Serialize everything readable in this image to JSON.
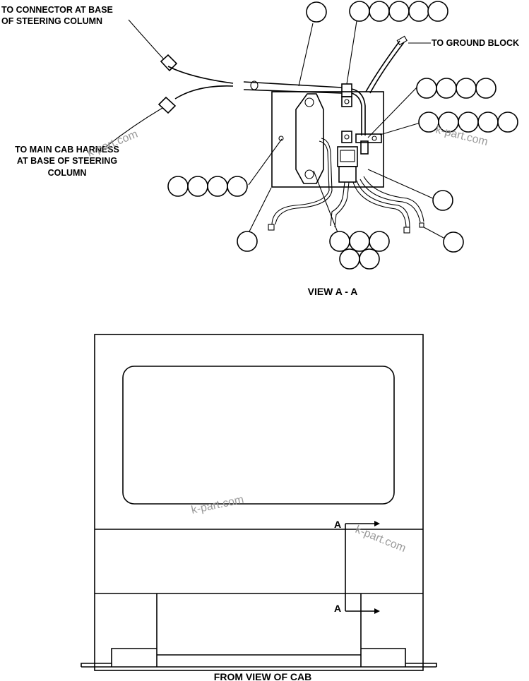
{
  "labels": {
    "connector_line1": "TO CONNECTOR AT BASE",
    "connector_line2": "OF STEERING COLUMN",
    "ground_block": "TO GROUND BLOCK",
    "harness_line1": "TO MAIN CAB HARNESS",
    "harness_line2": "AT BASE OF STEERING",
    "harness_line3": "COLUMN"
  },
  "captions": {
    "view_aa": "VIEW A - A",
    "from_view": "FROM VIEW OF CAB"
  },
  "section_marks": {
    "upper": "A",
    "lower": "A"
  },
  "watermark": "k-part.com"
}
